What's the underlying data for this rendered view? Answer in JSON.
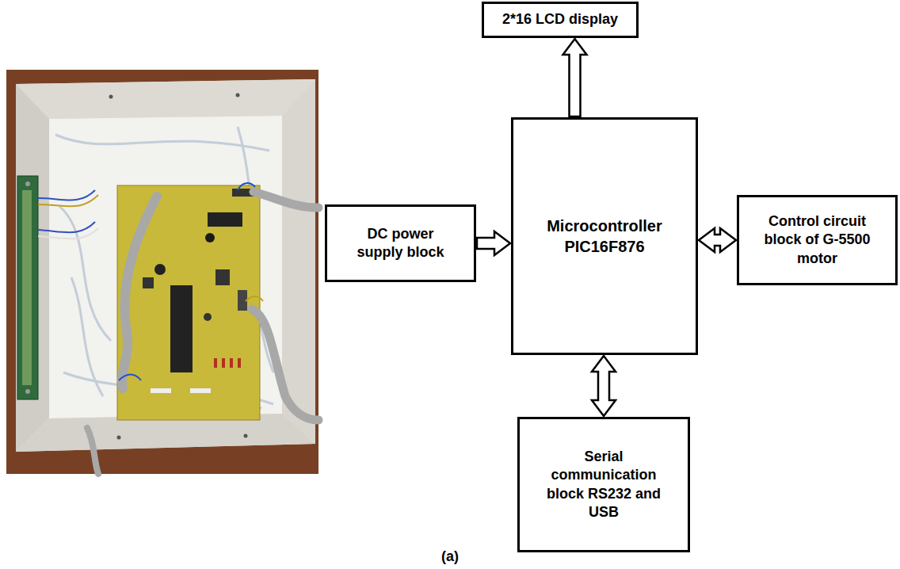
{
  "diagram": {
    "caption": "(a)",
    "nodes": [
      {
        "text": [
          "2*16 LCD display"
        ]
      },
      {
        "text": [
          "DC power supply block"
        ]
      },
      {
        "text": [
          "Microcontroller PIC16F876"
        ]
      },
      {
        "text": [
          "Control circuit block of G-5500 motor"
        ]
      },
      {
        "text": [
          "Serial communication block RS232 and USB"
        ]
      }
    ],
    "edges": [
      {
        "from": 2,
        "to": 0,
        "arrow": "to"
      },
      {
        "from": 1,
        "to": 2,
        "arrow": "to"
      },
      {
        "from": 2,
        "to": 3,
        "arrow": "both"
      },
      {
        "from": 2,
        "to": 4,
        "arrow": "both"
      }
    ]
  }
}
